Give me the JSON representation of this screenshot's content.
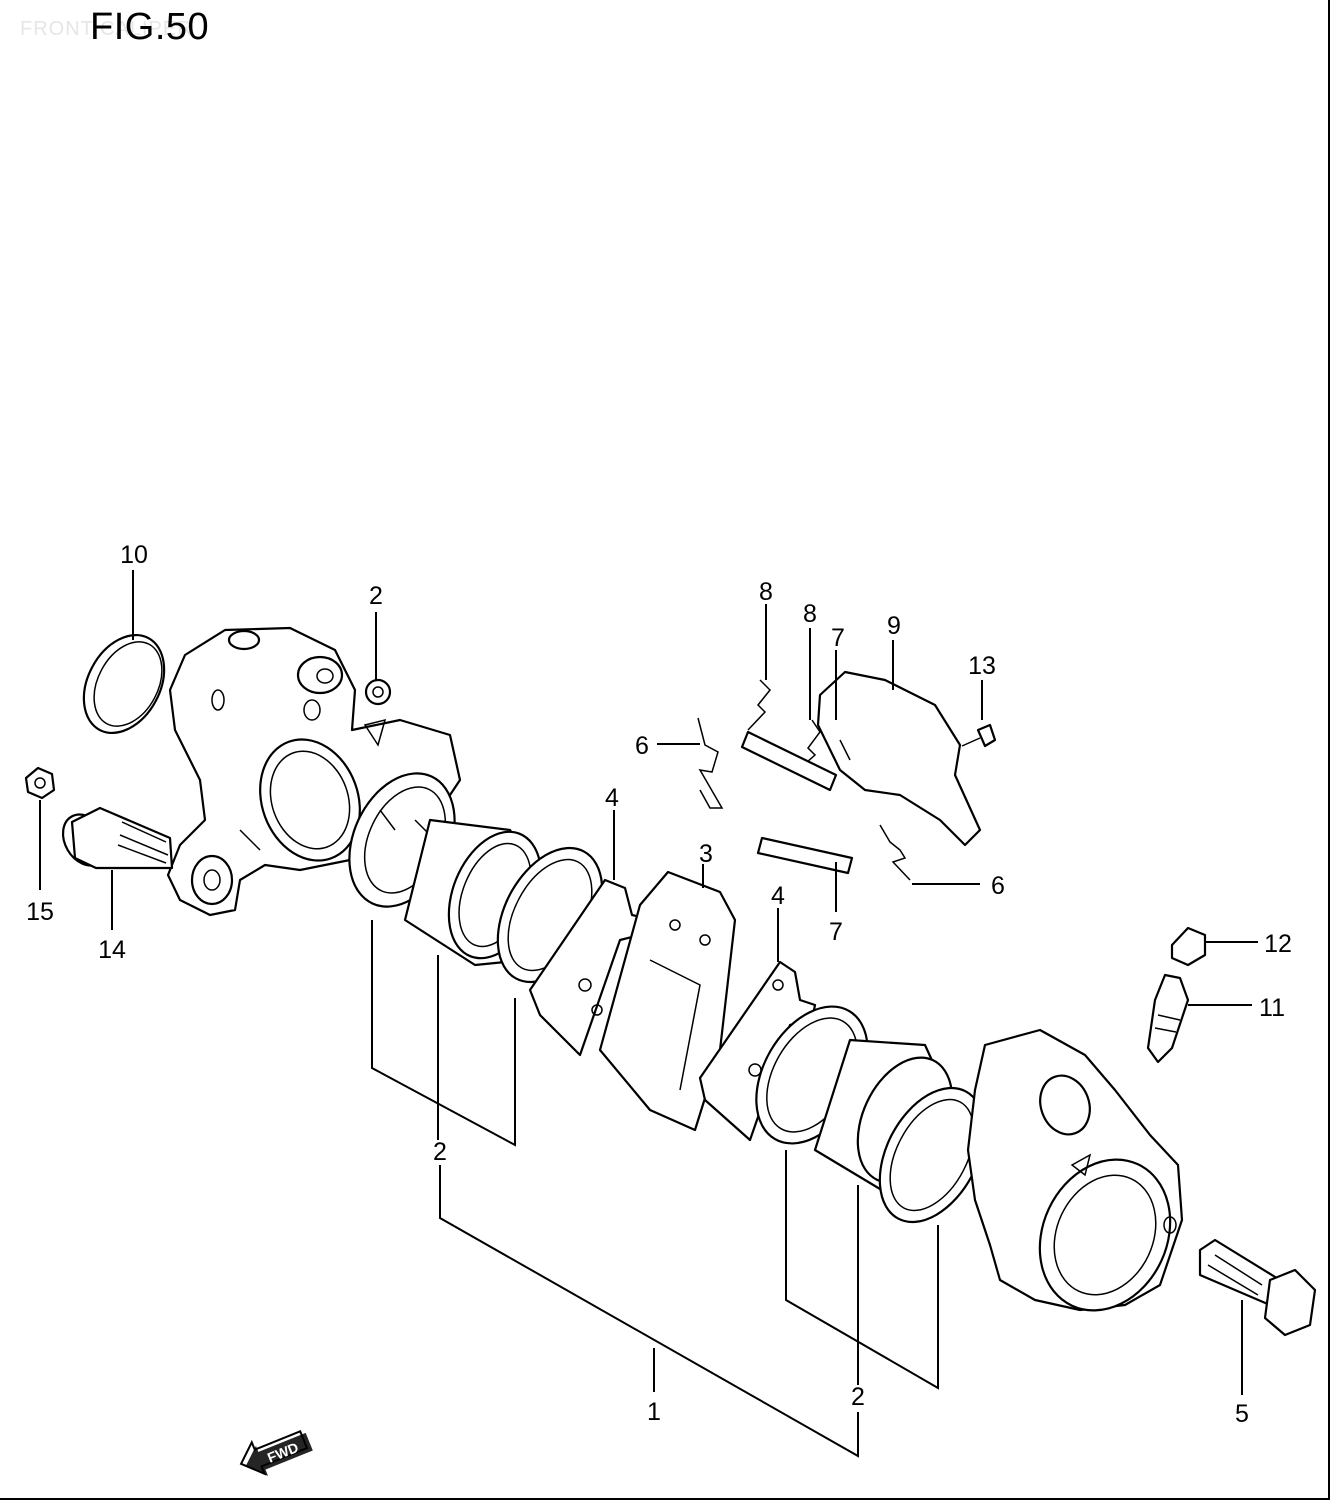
{
  "header": {
    "faint_text": "FRONT CALIPER",
    "title": "FIG.50"
  },
  "callouts": {
    "c1": "1",
    "c2a": "2",
    "c2b": "2",
    "c2c": "2",
    "c3": "3",
    "c4a": "4",
    "c4b": "4",
    "c5": "5",
    "c6a": "6",
    "c6b": "6",
    "c7a": "7",
    "c7b": "7",
    "c8a": "8",
    "c8b": "8",
    "c9": "9",
    "c10": "10",
    "c11": "11",
    "c12": "12",
    "c13": "13",
    "c14": "14",
    "c15": "15"
  },
  "direction_arrow": {
    "label": "FWD"
  }
}
